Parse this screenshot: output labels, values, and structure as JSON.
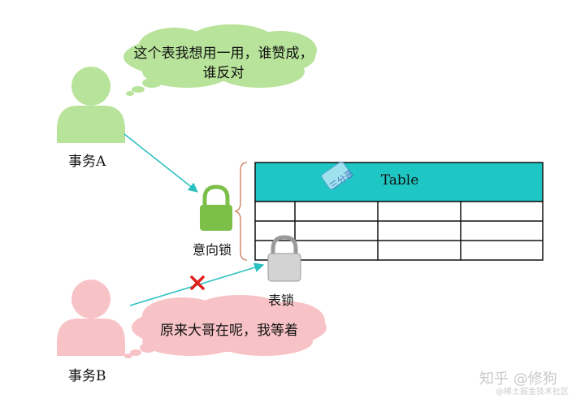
{
  "transaction_a": {
    "label": "事务A",
    "speech": "这个表我想用一用，谁赞成，谁反对",
    "color": "#b8e39a"
  },
  "transaction_b": {
    "label": "事务B",
    "speech": "原来大哥在呢，我等着",
    "color": "#f7c3c6"
  },
  "locks": {
    "intent_lock_label": "意向锁",
    "intent_lock_color": "#7cc04a",
    "table_lock_label": "表锁",
    "table_lock_color": "#cfcfcf"
  },
  "table": {
    "title": "Table",
    "header_color": "#1ec7c4",
    "rows": 3,
    "cols": 4
  },
  "blocked_marker": {
    "symbol": "✕",
    "color": "#e0201c"
  },
  "arrow_color": "#2bc0c0",
  "stamp_text": "三分恶",
  "watermark": {
    "main": "知乎 @修狗",
    "sub": "@稀土掘金技术社区"
  }
}
